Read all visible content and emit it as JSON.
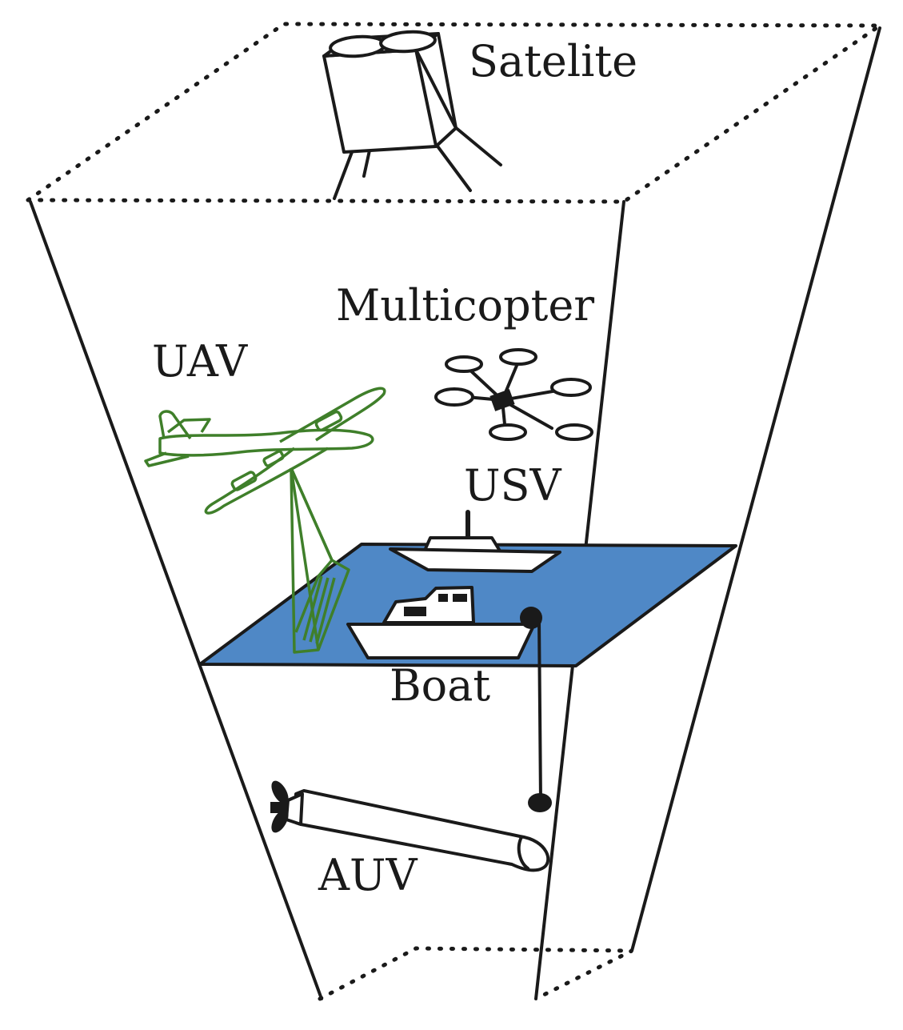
{
  "labels": {
    "satellite": "Satelite",
    "multicopter": "Multicopter",
    "uav": "UAV",
    "usv": "USV",
    "boat": "Boat",
    "auv": "AUV"
  },
  "colors": {
    "water_surface": "#4f88c6",
    "uav": "#3f7f2a",
    "ink": "#1a1a1a",
    "background": "#ffffff"
  },
  "icons": {
    "satellite": "satellite-icon",
    "multicopter": "multicopter-icon",
    "uav": "airplane-icon",
    "usv": "surface-vessel-icon",
    "boat": "boat-icon",
    "auv": "underwater-vehicle-icon"
  }
}
